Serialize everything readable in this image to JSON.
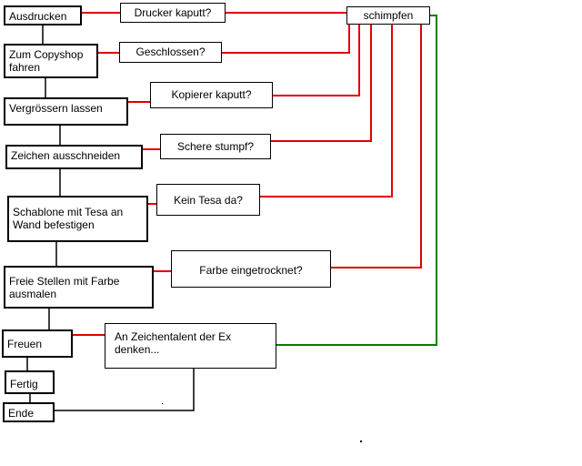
{
  "colors": {
    "main_flow": "#000000",
    "problem_link": "#e00000",
    "release_link": "#008000"
  },
  "steps": [
    {
      "id": "s1",
      "label": "Ausdrucken"
    },
    {
      "id": "s2",
      "label": "Zum Copyshop\nfahren"
    },
    {
      "id": "s3",
      "label": "Vergrössern lassen"
    },
    {
      "id": "s4",
      "label": "Zeichen ausschneiden"
    },
    {
      "id": "s5",
      "label": "Schablone mit Tesa an\nWand befestigen"
    },
    {
      "id": "s6",
      "label": "Freie Stellen mit Farbe\nausmalen"
    },
    {
      "id": "s7",
      "label": "Freuen"
    },
    {
      "id": "s8",
      "label": "Fertig"
    },
    {
      "id": "s9",
      "label": "Ende"
    }
  ],
  "problems": [
    {
      "id": "p1",
      "label": "Drucker kaputt?"
    },
    {
      "id": "p2",
      "label": "Geschlossen?"
    },
    {
      "id": "p3",
      "label": "Kopierer kaputt?"
    },
    {
      "id": "p4",
      "label": "Schere stumpf?"
    },
    {
      "id": "p5",
      "label": "Kein Tesa da?"
    },
    {
      "id": "p6",
      "label": "Farbe eingetrocknet?"
    }
  ],
  "hub": {
    "label": "schimpfen"
  },
  "thought": {
    "label": "An Zeichentalent der Ex\ndenken..."
  }
}
